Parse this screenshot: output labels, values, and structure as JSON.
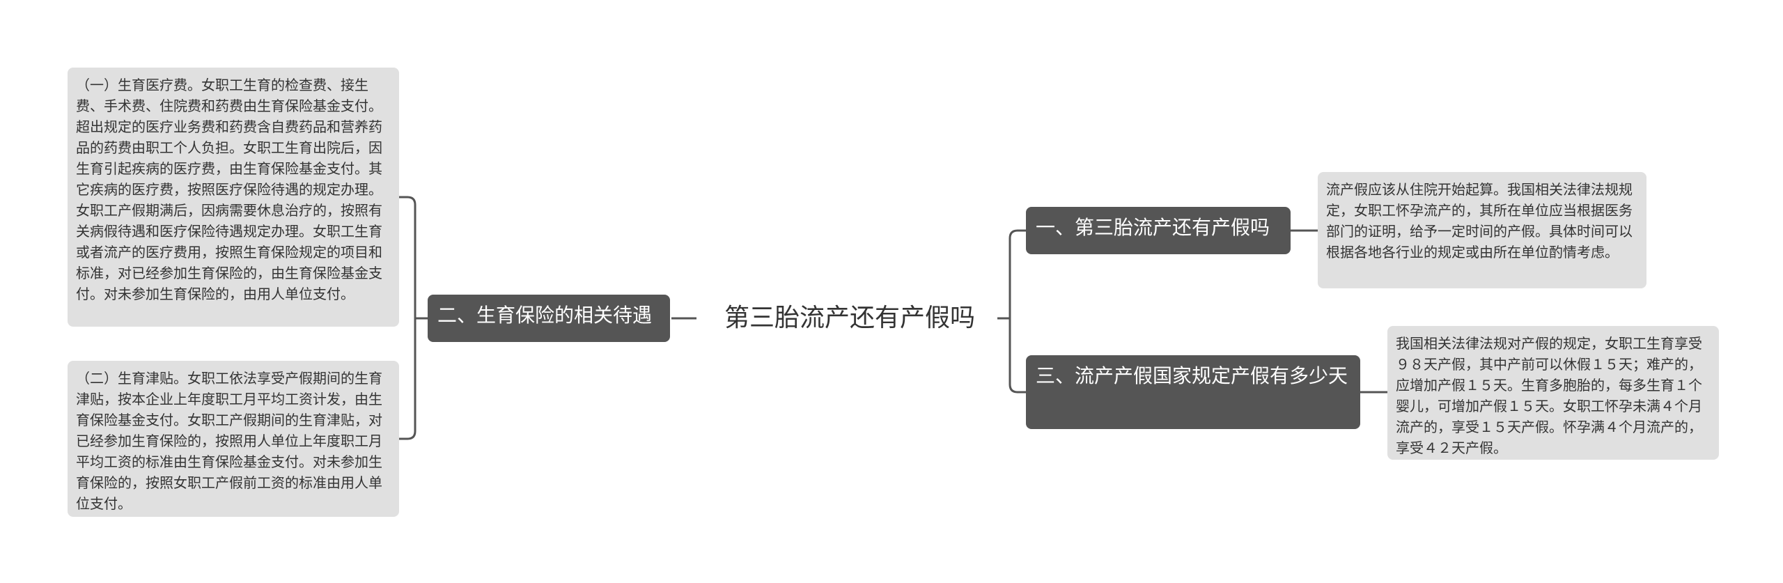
{
  "mindmap": {
    "root": {
      "label": "第三胎流产还有产假吗"
    },
    "branches": [
      {
        "label": "一、第三胎流产还有产假吗",
        "leaves": [
          "流产假应该从住院开始起算。我国相关法律法规规定，女职工怀孕流产的，其所在单位应当根据医务部门的证明，给予一定时间的产假。具体时间可以根据各地各行业的规定或由所在单位酌情考虑。"
        ]
      },
      {
        "label": "二、生育保险的相关待遇",
        "leaves": [
          "（一）生育医疗费。女职工生育的检查费、接生费、手术费、住院费和药费由生育保险基金支付。超出规定的医疗业务费和药费含自费药品和营养药品的药费由职工个人负担。女职工生育出院后，因生育引起疾病的医疗费，由生育保险基金支付。其它疾病的医疗费，按照医疗保险待遇的规定办理。女职工产假期满后，因病需要休息治疗的，按照有关病假待遇和医疗保险待遇规定办理。女职工生育或者流产的医疗费用，按照生育保险规定的项目和标准，对已经参加生育保险的，由生育保险基金支付。对未参加生育保险的，由用人单位支付。",
          "（二）生育津贴。女职工依法享受产假期间的生育津贴，按本企业上年度职工月平均工资计发，由生育保险基金支付。女职工产假期间的生育津贴，对已经参加生育保险的，按照用人单位上年度职工月平均工资的标准由生育保险基金支付。对未参加生育保险的，按照女职工产假前工资的标准由用人单位支付。"
        ]
      },
      {
        "label": "三、流产产假国家规定产假有多少天",
        "leaves": [
          "我国相关法律法规对产假的规定，女职工生育享受９８天产假，其中产前可以休假１５天；难产的，应增加产假１５天。生育多胞胎的，每多生育１个婴儿，可增加产假１５天。女职工怀孕未满４个月流产的，享受１５天产假。怀孕满４个月流产的，享受４２天产假。"
        ]
      }
    ]
  },
  "colors": {
    "branch_bg": "#555555",
    "branch_text": "#ffffff",
    "leaf_bg": "#e0e0e0",
    "leaf_text": "#333333",
    "connector": "#555555",
    "root_text": "#333333"
  }
}
